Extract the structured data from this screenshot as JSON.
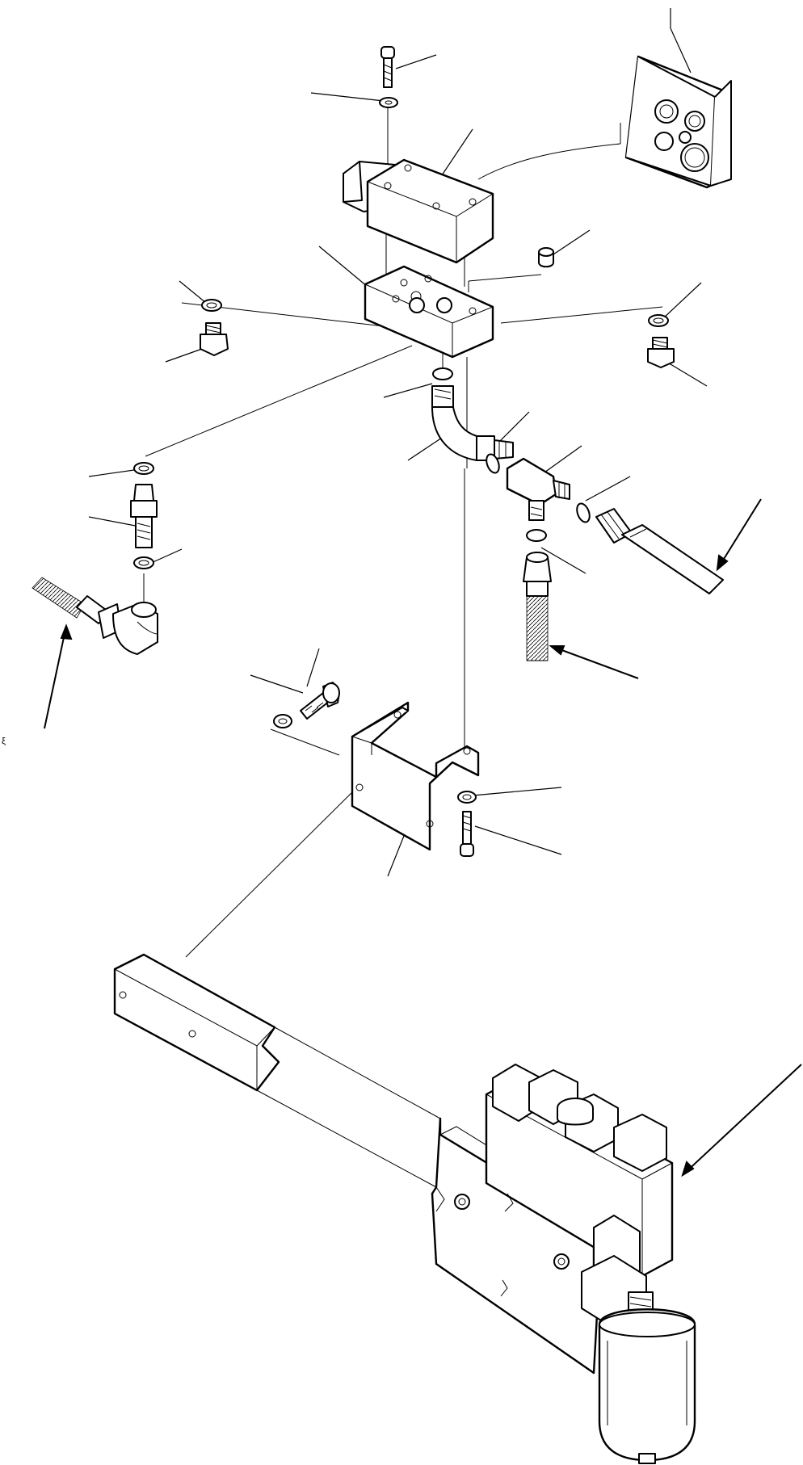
{
  "diagram": {
    "type": "exploded-parts-diagram",
    "stray_mark": "ξ",
    "components": [
      {
        "name": "cap-screw-top",
        "icon": "bolt-icon"
      },
      {
        "name": "washer-top",
        "icon": "washer-icon"
      },
      {
        "name": "solenoid-valve",
        "icon": "solenoid-valve-icon"
      },
      {
        "name": "seal-kit",
        "icon": "o-ring-kit-icon"
      },
      {
        "name": "manifold-block",
        "icon": "manifold-icon"
      },
      {
        "name": "plug-small",
        "icon": "plug-icon"
      },
      {
        "name": "o-ring-left",
        "icon": "o-ring-icon"
      },
      {
        "name": "plug-left",
        "icon": "plug-icon"
      },
      {
        "name": "o-ring-right",
        "icon": "o-ring-icon"
      },
      {
        "name": "plug-right",
        "icon": "plug-icon"
      },
      {
        "name": "o-ring-elbow",
        "icon": "o-ring-icon"
      },
      {
        "name": "elbow-fitting",
        "icon": "elbow-fitting-icon"
      },
      {
        "name": "o-ring-tee",
        "icon": "o-ring-icon"
      },
      {
        "name": "tee-fitting",
        "icon": "tee-fitting-icon"
      },
      {
        "name": "o-ring-tee-out",
        "icon": "o-ring-icon"
      },
      {
        "name": "o-ring-tee-down",
        "icon": "o-ring-icon"
      },
      {
        "name": "hose-right",
        "icon": "hose-icon"
      },
      {
        "name": "hose-lower",
        "icon": "hose-icon"
      },
      {
        "name": "o-ring-adapter-top",
        "icon": "o-ring-icon"
      },
      {
        "name": "adapter",
        "icon": "adapter-icon"
      },
      {
        "name": "o-ring-adapter-bottom",
        "icon": "o-ring-icon"
      },
      {
        "name": "hose-left",
        "icon": "hose-icon"
      },
      {
        "name": "bolt-bracket",
        "icon": "bolt-icon"
      },
      {
        "name": "washer-bracket",
        "icon": "washer-icon"
      },
      {
        "name": "bracket",
        "icon": "bracket-icon"
      },
      {
        "name": "washer-bottom",
        "icon": "washer-icon"
      },
      {
        "name": "cap-screw-bottom",
        "icon": "bolt-icon"
      },
      {
        "name": "frame-member",
        "icon": "frame-icon"
      },
      {
        "name": "valve-assembly",
        "icon": "valve-assembly-icon"
      },
      {
        "name": "accumulator",
        "icon": "accumulator-icon"
      }
    ]
  }
}
